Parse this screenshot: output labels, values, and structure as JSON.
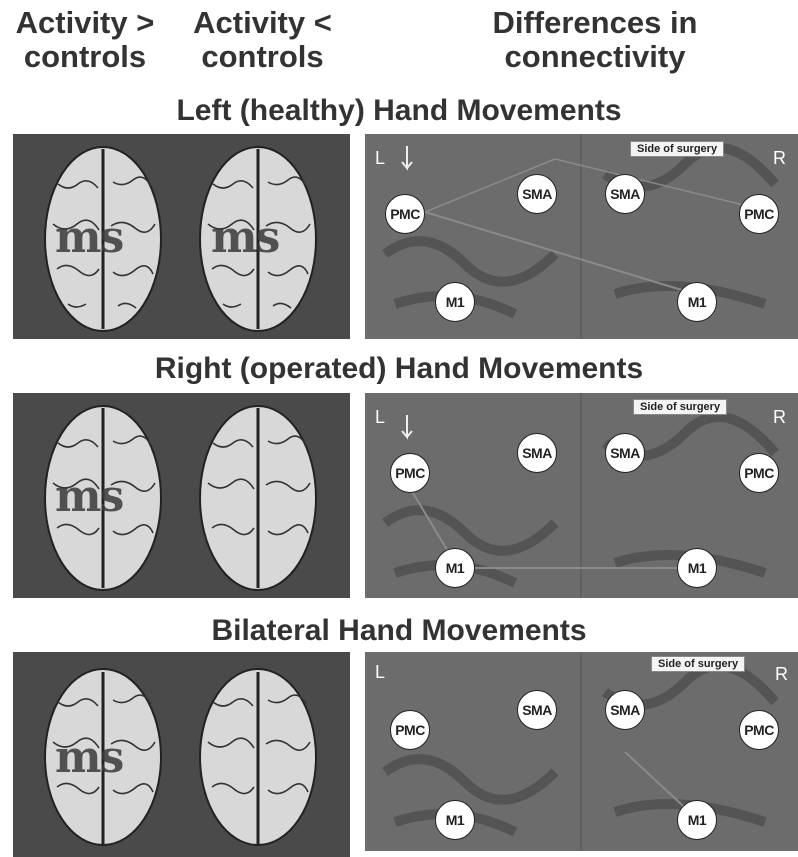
{
  "header": {
    "col1": "Activity > controls",
    "col2": "Activity < controls",
    "col3": "Differences in connectivity"
  },
  "rows": [
    {
      "title": "Left (healthy) Hand Movements",
      "ms1": "ms",
      "ms2": "ms"
    },
    {
      "title": "Right (operated) Hand Movements",
      "ms1": "ms",
      "ms2": ""
    },
    {
      "title": "Bilateral Hand Movements",
      "ms1": "ms",
      "ms2": ""
    }
  ],
  "connectivity": {
    "side_label": "Side of surgery",
    "left_marker": "L",
    "right_marker": "R",
    "nodes": {
      "pmc": "PMC",
      "sma": "SMA",
      "m1": "M1"
    }
  }
}
